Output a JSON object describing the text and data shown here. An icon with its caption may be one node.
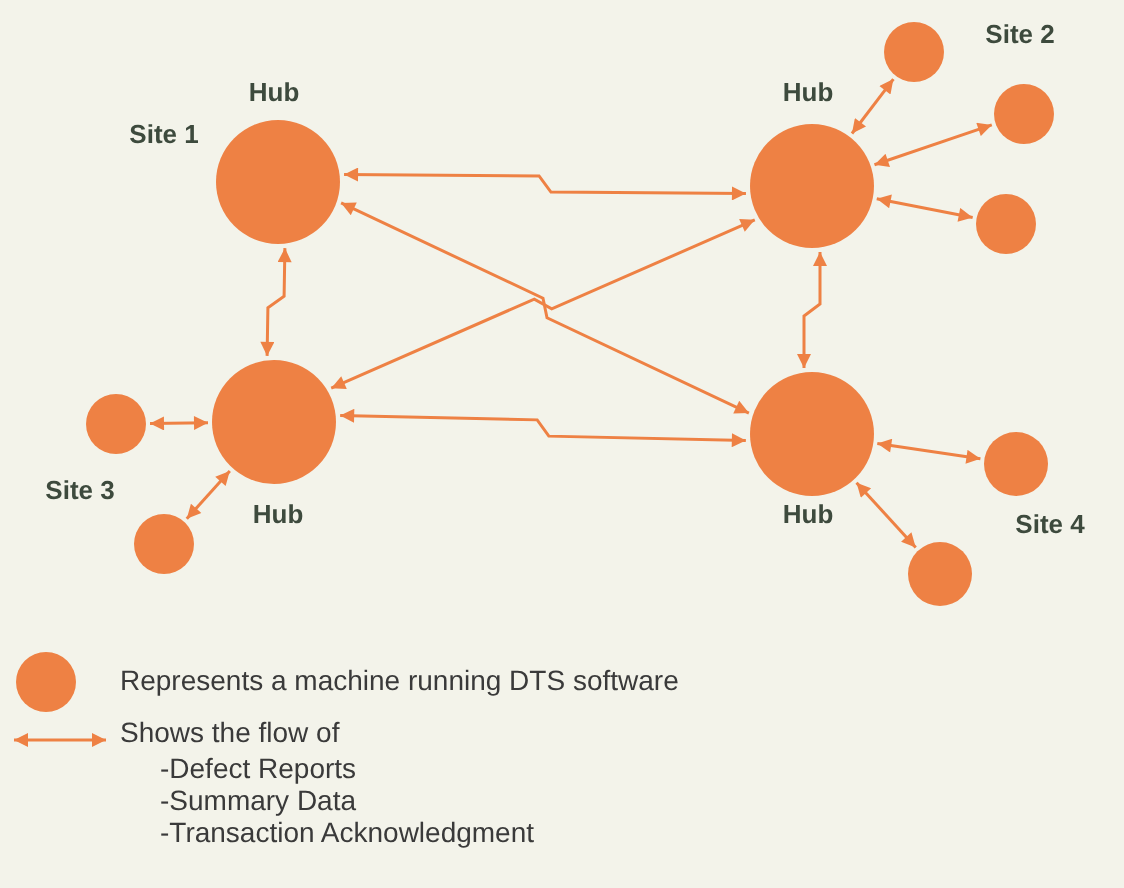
{
  "diagram": {
    "nodes": [
      {
        "text": [
          "Hub"
        ],
        "beside": [
          "Site 1"
        ]
      },
      {
        "text": [
          "Hub"
        ]
      },
      {
        "text": [
          "Hub"
        ]
      },
      {
        "text": [
          "Hub"
        ]
      },
      {
        "text": [],
        "shape": "circle",
        "beside": [
          "Site 2"
        ]
      },
      {
        "text": [],
        "shape": "circle"
      },
      {
        "text": [],
        "shape": "circle"
      },
      {
        "text": [],
        "shape": "circle"
      },
      {
        "text": [],
        "shape": "circle",
        "beside": [
          "Site 3"
        ]
      },
      {
        "text": [],
        "shape": "circle",
        "beside": [
          "Site 4"
        ]
      },
      {
        "text": [],
        "shape": "circle"
      }
    ],
    "edges": [
      {
        "from": 0,
        "to": 1,
        "arrow": "both"
      },
      {
        "from": 0,
        "to": 2,
        "arrow": "both"
      },
      {
        "from": 0,
        "to": 3,
        "arrow": "both"
      },
      {
        "from": 1,
        "to": 2,
        "arrow": "both"
      },
      {
        "from": 1,
        "to": 3,
        "arrow": "both"
      },
      {
        "from": 2,
        "to": 3,
        "arrow": "both"
      },
      {
        "from": 1,
        "to": 4,
        "arrow": "both"
      },
      {
        "from": 1,
        "to": 5,
        "arrow": "both"
      },
      {
        "from": 1,
        "to": 6,
        "arrow": "both"
      },
      {
        "from": 2,
        "to": 7,
        "arrow": "both"
      },
      {
        "from": 2,
        "to": 8,
        "arrow": "both"
      },
      {
        "from": 3,
        "to": 9,
        "arrow": "both"
      },
      {
        "from": 3,
        "to": 10,
        "arrow": "both"
      }
    ],
    "labels": [
      "-Defect Reports",
      "-Summary Data",
      "-Transaction Acknowledgment"
    ],
    "legend": [
      {
        "text": "Represents a machine running DTS software"
      },
      {
        "text": "Shows the flow of"
      }
    ]
  }
}
